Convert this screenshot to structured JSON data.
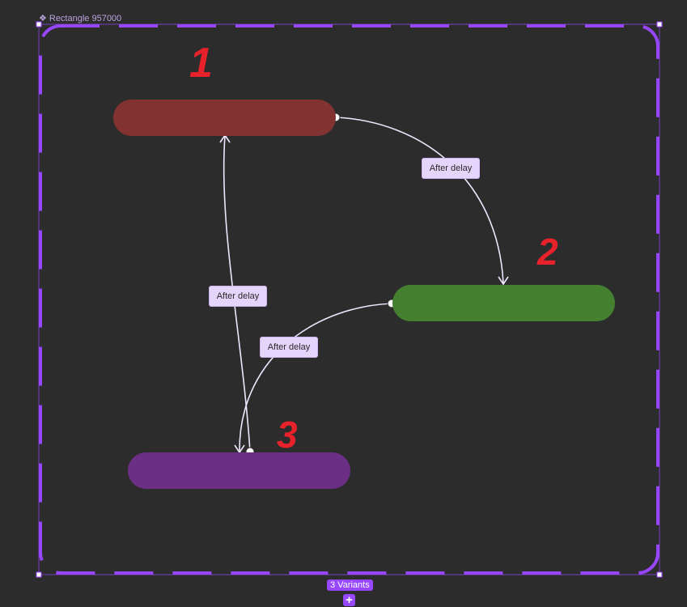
{
  "frame": {
    "title": "Rectangle 957000",
    "component_icon": "component-icon",
    "accent": "#9747FF"
  },
  "variants": [
    {
      "number": "1",
      "color": "#833232"
    },
    {
      "number": "2",
      "color": "#44802F"
    },
    {
      "number": "3",
      "color": "#6B2F86"
    }
  ],
  "transitions": [
    {
      "from": "1",
      "to": "2",
      "label": "After delay"
    },
    {
      "from": "3",
      "to": "1",
      "label": "After delay"
    },
    {
      "from": "2",
      "to": "3",
      "label": "After delay"
    }
  ],
  "footer": {
    "variants_badge": "3 Variants",
    "add_label": "+"
  }
}
